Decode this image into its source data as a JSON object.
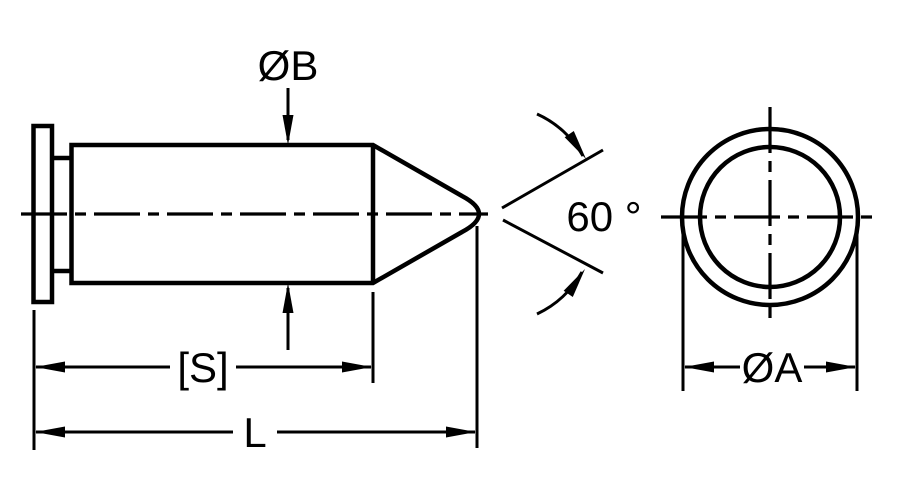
{
  "drawing": {
    "description": "technical-drawing-cone-point-pin-two-views",
    "labels": {
      "diameter_b": "ØB",
      "point_angle": "60 °",
      "body_length": "[S]",
      "overall_length": "L",
      "diameter_a": "ØA"
    },
    "line_color": "#000000",
    "background_color": "#ffffff"
  }
}
